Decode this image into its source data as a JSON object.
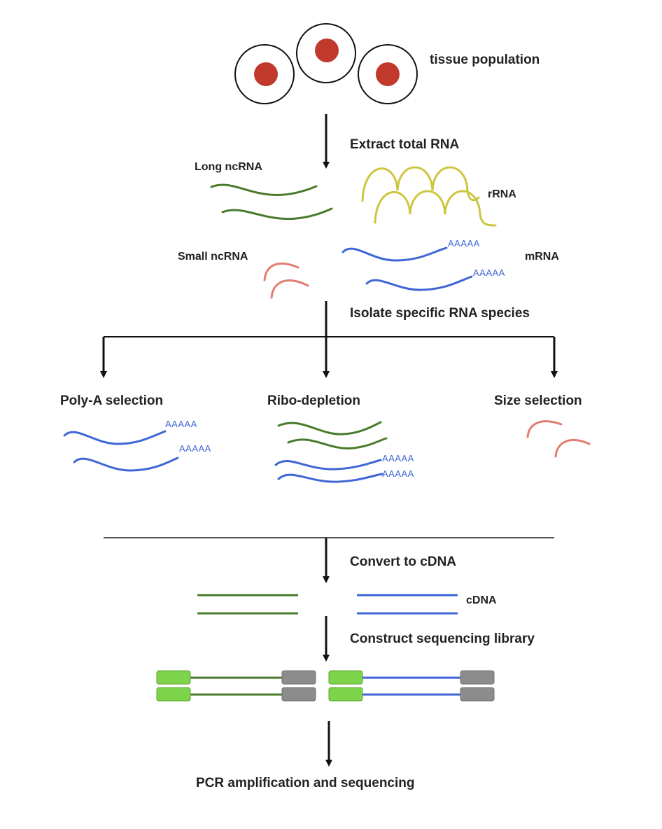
{
  "colors": {
    "cell_outline": "#111111",
    "nucleus": "#c0392b",
    "long_ncrna": "#4a7a2c",
    "rrna": "#cdc640",
    "mrna": "#3f66d6",
    "small_ncrna": "#e07d6e",
    "adapter_left": "#7dd44a",
    "adapter_right": "#8c8c8c",
    "arrow": "#111111"
  },
  "labels": {
    "tissue": "tissue population",
    "step_extract": "Extract total RNA",
    "long_ncrna": "Long ncRNA",
    "rrna": "rRNA",
    "small_ncrna": "Small ncRNA",
    "mrna": "mRNA",
    "polya_tail": "AAAAA",
    "step_isolate": "Isolate specific RNA species",
    "branch_polya": "Poly-A selection",
    "branch_ribo": "Ribo-depletion",
    "branch_size": "Size selection",
    "step_convert": "Convert to cDNA",
    "cdna": "cDNA",
    "step_library": "Construct sequencing library",
    "step_pcr": "PCR amplification and sequencing"
  }
}
